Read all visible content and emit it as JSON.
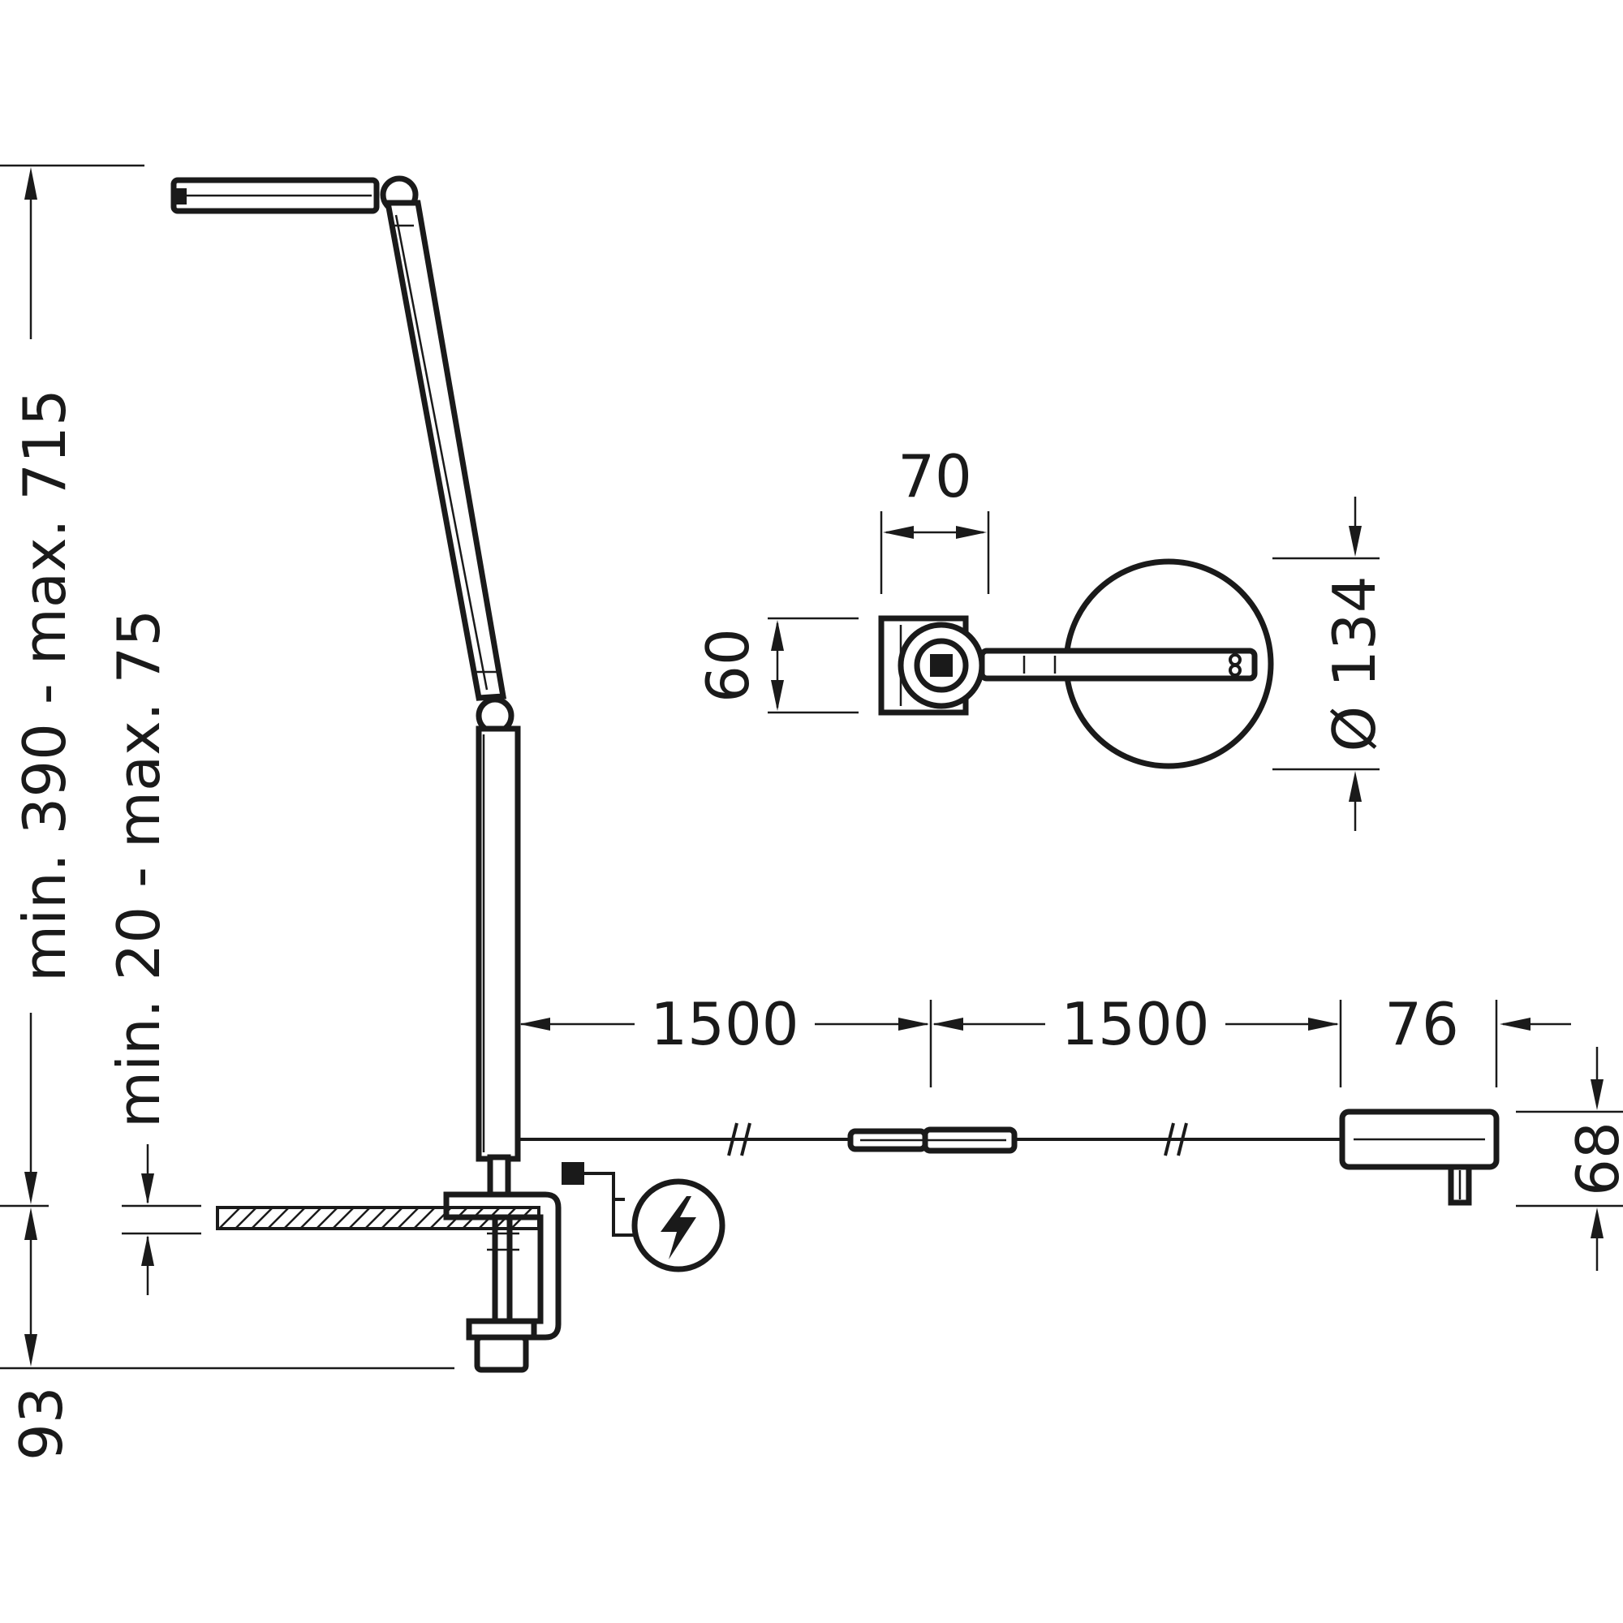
{
  "dimensions": {
    "height_range": "min. 390 - max. 715",
    "clamp_range": "min. 20 - max. 75",
    "clamp_depth": "93",
    "cable_1": "1500",
    "cable_2": "1500",
    "adapter_width": "76",
    "adapter_height": "68",
    "head_width": "70",
    "head_depth": "60",
    "base_diameter": "Ø 134"
  },
  "icons": {
    "power": "lightning-bolt-icon"
  }
}
